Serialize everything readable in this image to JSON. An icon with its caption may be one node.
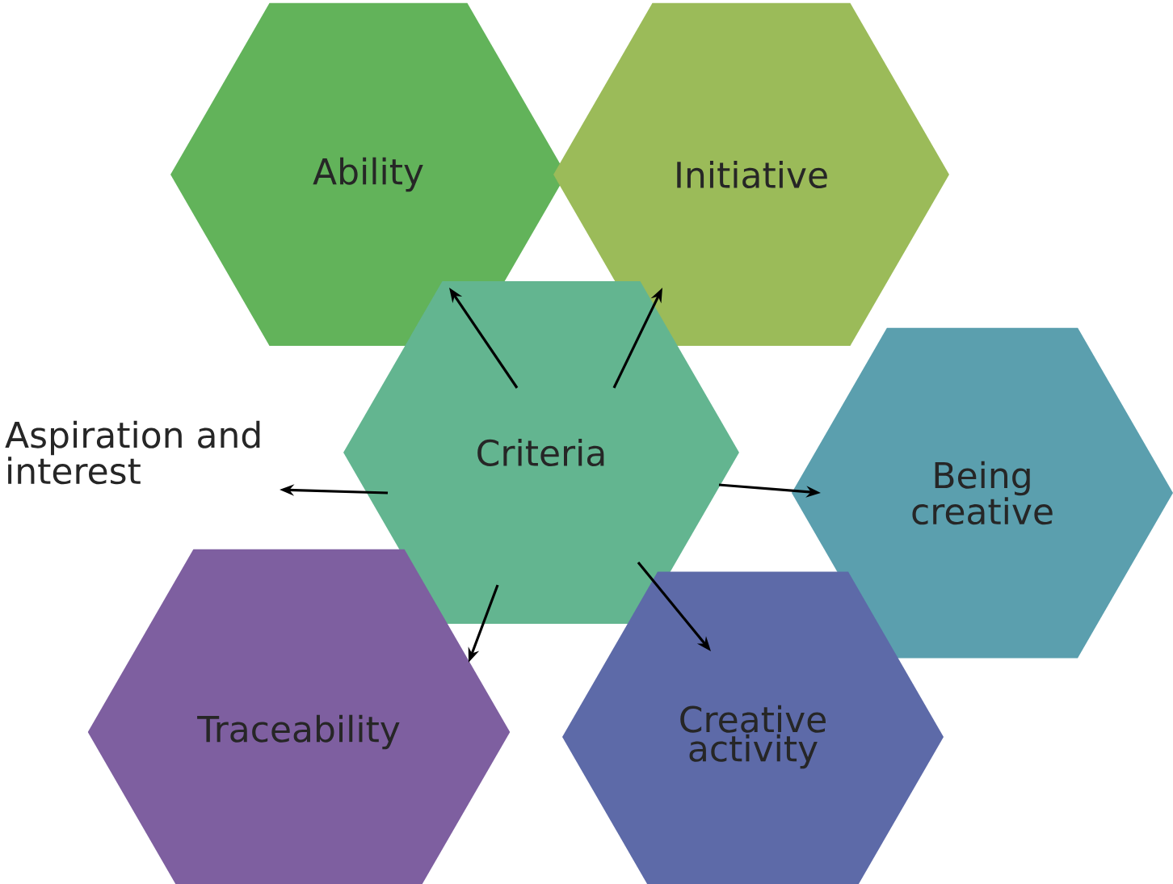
{
  "diagram": {
    "nodes": [
      {
        "text": [
          "Ability"
        ]
      },
      {
        "text": [
          "Initiative"
        ]
      },
      {
        "text": [
          "Aspiration and interest"
        ]
      },
      {
        "text": [
          "Criteria"
        ]
      },
      {
        "text": [
          "Being creative"
        ]
      },
      {
        "text": [
          "Traceability"
        ]
      },
      {
        "text": [
          "Creative activity"
        ]
      }
    ],
    "edges": [
      {
        "from": 3,
        "to": 0,
        "arrow": "to"
      },
      {
        "from": 3,
        "to": 1,
        "arrow": "to"
      },
      {
        "from": 3,
        "to": 2,
        "arrow": "to"
      },
      {
        "from": 3,
        "to": 4,
        "arrow": "to"
      },
      {
        "from": 3,
        "to": 5,
        "arrow": "to"
      },
      {
        "from": 3,
        "to": 6,
        "arrow": "to"
      }
    ]
  }
}
